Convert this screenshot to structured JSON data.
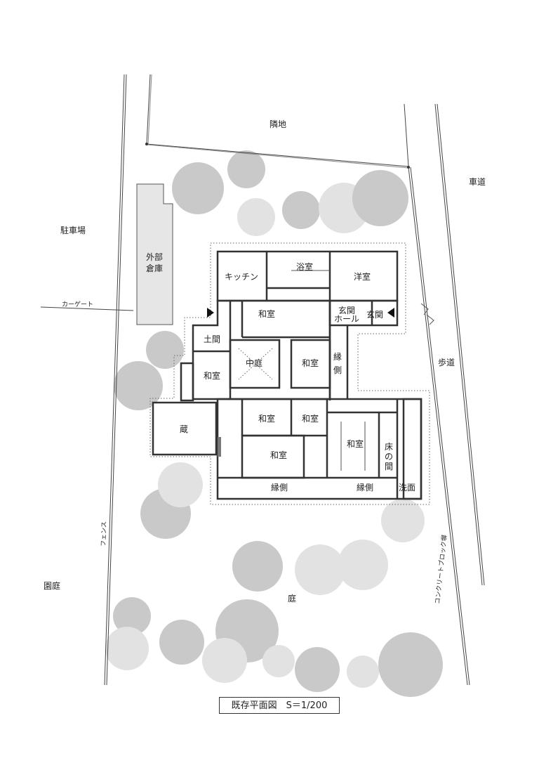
{
  "caption": "既存平面図　S＝1/200",
  "surroundings": {
    "neighbor": "隣地",
    "road": "車道",
    "parking": "駐車場",
    "car_gate": "カーゲート",
    "sidewalk": "歩道",
    "fence": "フェンス",
    "block_wall": "コンクリートブロック塀",
    "garden_left": "園庭",
    "garden": "庭"
  },
  "outbuildings": {
    "storage_line1": "外部",
    "storage_line2": "倉庫",
    "kura": "蔵"
  },
  "rooms": {
    "kitchen": "キッチン",
    "bath": "浴室",
    "western_room": "洋室",
    "entrance_hall_line1": "玄関",
    "entrance_hall_line2": "ホール",
    "entrance": "玄関",
    "washitsu_1": "和室",
    "doma": "土間",
    "courtyard": "中庭",
    "washitsu_2": "和室",
    "engawa_vertical_1": "縁",
    "engawa_vertical_2": "側",
    "washitsu_3": "和室",
    "washitsu_4": "和室",
    "washitsu_5": "和室",
    "washitsu_6": "和室",
    "washitsu_7": "和室",
    "tokonoma_1": "床",
    "tokonoma_2": "の",
    "tokonoma_3": "間",
    "engawa_1": "縁側",
    "engawa_2": "縁側",
    "washroom": "洗面"
  },
  "colors": {
    "tree_dark": "#c9c9c9",
    "tree_light": "#e2e2e2",
    "storage_fill": "#e6e6e6"
  }
}
